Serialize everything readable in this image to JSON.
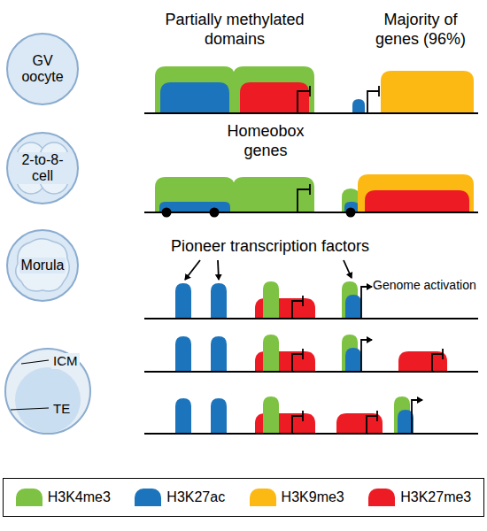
{
  "diagram": {
    "nodes": [
      {
        "text": [
          "GV oocyte"
        ]
      },
      {
        "text": [
          "2-to-8-cell"
        ]
      },
      {
        "text": [
          "Morula"
        ]
      }
    ],
    "labels": [
      "Partially methylated domains",
      "Majority of genes (96%)",
      "Homeobox genes",
      "Pioneer transcription factors",
      "Genome activation",
      "ICM",
      "TE"
    ],
    "legend": [
      {
        "text": "H3K4me3",
        "color": "#7dc242"
      },
      {
        "text": "H3K27ac",
        "color": "#1c75bc"
      },
      {
        "text": "H3K9me3",
        "color": "#fdb913"
      },
      {
        "text": "H3K27me3",
        "color": "#ed1c24"
      }
    ]
  }
}
